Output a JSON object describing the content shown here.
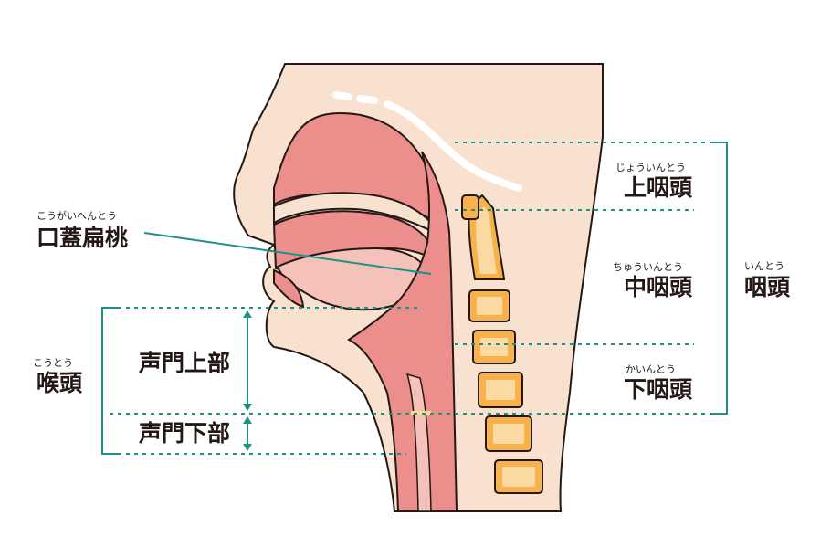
{
  "labels": {
    "palatine_tonsil": {
      "text": "口蓋扁桃",
      "ruby": "こうがいへんとう"
    },
    "nasopharynx": {
      "text": "上咽頭",
      "ruby": "じょういんとう"
    },
    "oropharynx": {
      "text": "中咽頭",
      "ruby": "ちゅういんとう"
    },
    "hypopharynx": {
      "text": "下咽頭",
      "ruby": "かいんとう"
    },
    "pharynx": {
      "text": "咽頭",
      "ruby": "いんとう"
    },
    "larynx": {
      "text": "喉頭",
      "ruby": "こうとう"
    },
    "supraglottis": {
      "text": "声門上部"
    },
    "subglottis": {
      "text": "声門下部"
    }
  },
  "colors": {
    "skin": "#f8e2cf",
    "outline": "#231815",
    "mucosa": "#ec8e8c",
    "mucosa_light": "#f5c2b9",
    "bone": "#f7b24c",
    "bone_light": "#fbd9a3",
    "accent": "#1a9288",
    "text": "#231815"
  }
}
